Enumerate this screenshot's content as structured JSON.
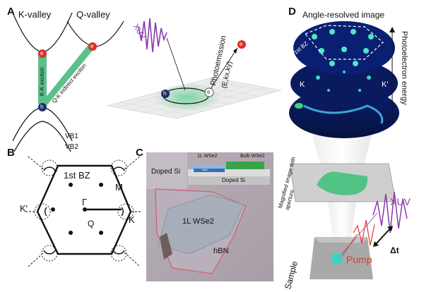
{
  "panels": {
    "A": "A",
    "B": "B",
    "C": "C",
    "D": "D"
  },
  "panel_a": {
    "k_valley": "K-valley",
    "q_valley": "Q-valley",
    "vb1": "VB1",
    "vb2": "VB2",
    "kk_exciton": "K-K exciton",
    "kq_exciton": "Q-K indirect exciton",
    "xuv": "XUV",
    "photoemission": "Photoemission",
    "e_k": "(E,kx,ky)",
    "e_symbol": "e",
    "h_symbol": "h"
  },
  "panel_b": {
    "first_bz": "1st BZ",
    "m": "M",
    "k": "K",
    "k_prime": "K′",
    "gamma": "Γ",
    "q": "Q"
  },
  "panel_c": {
    "doped_si": "Doped Si",
    "doped_si_inset": "Doped Si",
    "wse2_1l": "1L WSe2",
    "bulk_wse2": "Bulk WSe2",
    "hbn_inset": "hBN",
    "wse2_1l_main": "1L WSe2",
    "hbn": "hBN"
  },
  "panel_d": {
    "title": "Angle-resolved image",
    "first_bz": "1st BZ",
    "k": "K",
    "k_prime": "K′",
    "photoelectron_energy": "Photoelectron energy",
    "magnified": "Magnified image with aperture",
    "xuv": "XUV",
    "pump": "Pump",
    "delta_t": "Δt",
    "sample": "Sample"
  },
  "colors": {
    "exciton_green": "#5cc08a",
    "xuv_purple": "#8b3aa8",
    "pump_red": "#e2382f",
    "electron_red": "#d9302a",
    "hole_navy": "#1e2d6b"
  }
}
